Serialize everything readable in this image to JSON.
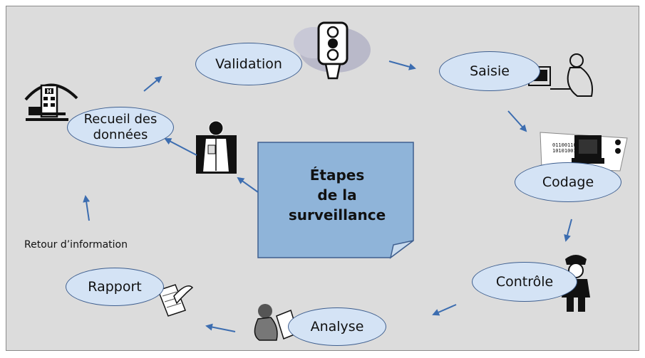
{
  "center_note": {
    "lines": [
      "Étapes",
      "de la",
      "surveillance"
    ]
  },
  "steps": {
    "validation": "Validation",
    "saisie": "Saisie",
    "codage": "Codage",
    "controle": "Contrôle",
    "analyse": "Analyse",
    "rapport": "Rapport",
    "recueil_line1": "Recueil des",
    "recueil_line2": "données"
  },
  "feedback_label": "Retour d’information",
  "icons": {
    "validation": "traffic-light-icon",
    "saisie": "typist-computer-icon",
    "codage": "coding-computer-icon",
    "controle": "police-officer-icon",
    "analyse": "analyst-woman-icon",
    "rapport": "quill-document-icon",
    "recueil": "hospital-icon",
    "doctor": "doctor-icon"
  },
  "colors": {
    "oval_fill": "#d4e3f5",
    "oval_stroke": "#3f5f8f",
    "note_fill": "#8fb4d9",
    "arrow": "#3c6db0",
    "background": "#dcdcdc"
  }
}
